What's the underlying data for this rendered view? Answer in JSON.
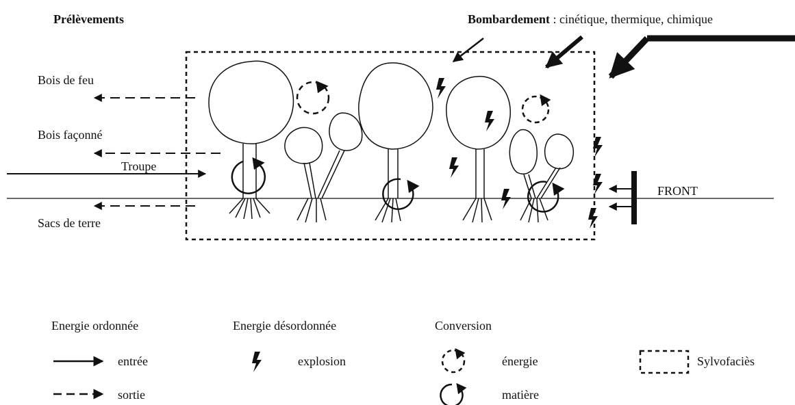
{
  "title_left": "Prélèvements",
  "bombardement": {
    "label": "Bombardement",
    "detail": " : cinétique, thermique, chimique"
  },
  "outputs": {
    "bois_de_feu": "Bois de feu",
    "bois_faconne": "Bois façonné",
    "troupe": "Troupe",
    "sacs_de_terre": "Sacs de terre"
  },
  "front_label": "FRONT",
  "legend": {
    "ordered": {
      "heading": "Energie ordonnée",
      "entree": "entrée",
      "sortie": "sortie"
    },
    "disordered": {
      "heading": "Energie désordonnée",
      "explosion": "explosion"
    },
    "conversion": {
      "heading": "Conversion",
      "energie": "énergie",
      "matiere": "matière"
    },
    "sylvofacies": "Sylvofaciès"
  },
  "colors": {
    "ink": "#111111",
    "background": "#ffffff"
  }
}
